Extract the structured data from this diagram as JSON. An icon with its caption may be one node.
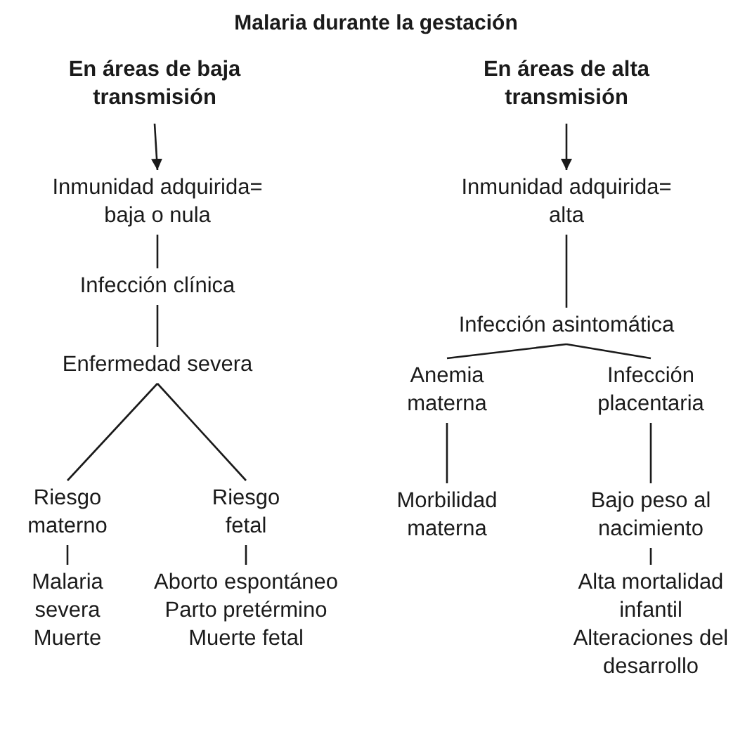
{
  "diagram": {
    "title": "Malaria durante la gestación",
    "nodes": [
      {
        "text": [
          "En áreas de baja transmisión"
        ]
      },
      {
        "text": [
          "Inmunidad adquirida= baja o nula"
        ]
      },
      {
        "text": [
          "Infección clínica"
        ]
      },
      {
        "text": [
          "Enfermedad severa"
        ]
      },
      {
        "text": [
          "Riesgo materno"
        ]
      },
      {
        "text": [
          "Riesgo fetal"
        ]
      },
      {
        "text": [
          "Malaria severa",
          "Muerte"
        ]
      },
      {
        "text": [
          "Aborto espontáneo",
          "Parto pretérmino",
          "Muerte fetal"
        ]
      },
      {
        "text": [
          "En áreas de alta transmisión"
        ]
      },
      {
        "text": [
          "Inmunidad adquirida= alta"
        ]
      },
      {
        "text": [
          "Infección asintomática"
        ]
      },
      {
        "text": [
          "Anemia materna"
        ]
      },
      {
        "text": [
          "Infección placentaria"
        ]
      },
      {
        "text": [
          "Morbilidad materna"
        ]
      },
      {
        "text": [
          "Bajo peso al nacimiento"
        ]
      },
      {
        "text": [
          "Alta mortalidad infantil",
          "Alteraciones del desarrollo"
        ]
      }
    ],
    "edges": [
      {
        "from": 0,
        "to": 1,
        "arrow": "to"
      },
      {
        "from": 1,
        "to": 2,
        "arrow": "none"
      },
      {
        "from": 2,
        "to": 3,
        "arrow": "none"
      },
      {
        "from": 3,
        "to": 4,
        "arrow": "none"
      },
      {
        "from": 3,
        "to": 5,
        "arrow": "none"
      },
      {
        "from": 4,
        "to": 6,
        "arrow": "none"
      },
      {
        "from": 5,
        "to": 7,
        "arrow": "none"
      },
      {
        "from": 8,
        "to": 9,
        "arrow": "to"
      },
      {
        "from": 9,
        "to": 10,
        "arrow": "none"
      },
      {
        "from": 10,
        "to": 11,
        "arrow": "none"
      },
      {
        "from": 10,
        "to": 12,
        "arrow": "none"
      },
      {
        "from": 11,
        "to": 13,
        "arrow": "none"
      },
      {
        "from": 12,
        "to": 14,
        "arrow": "none"
      },
      {
        "from": 14,
        "to": 15,
        "arrow": "none"
      }
    ]
  }
}
